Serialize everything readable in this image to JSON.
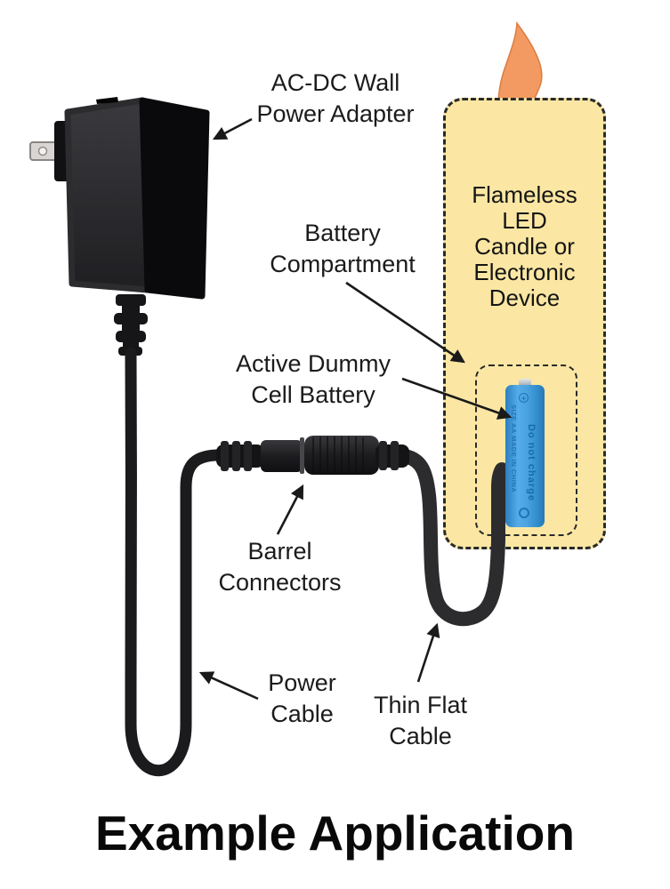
{
  "title": "Example Application",
  "labels": {
    "adapter": [
      "AC-DC Wall",
      "Power Adapter"
    ],
    "compartment": [
      "Battery",
      "Compartment"
    ],
    "dummy": [
      "Active Dummy",
      "Cell Battery"
    ],
    "barrel": [
      "Barrel",
      "Connectors"
    ],
    "power_cable": [
      "Power",
      "Cable"
    ],
    "thin_flat": [
      "Thin Flat",
      "Cable"
    ]
  },
  "candle": {
    "lines": [
      "Flameless",
      "LED",
      "Candle or",
      "Electronic",
      "Device"
    ]
  },
  "battery": {
    "plus_symbol": "+",
    "secondary_text": "SIZE AA MADE IN CHINA",
    "main_text": "Do not charge"
  },
  "colors": {
    "candle_fill": "#FBE7A3",
    "flame_orange": "#F29A61",
    "battery_blue": "#3F9BDC",
    "battery_text_blue": "#156CAB",
    "cable_black": "#1B1B1D",
    "label_text": "#1B1B1B"
  }
}
